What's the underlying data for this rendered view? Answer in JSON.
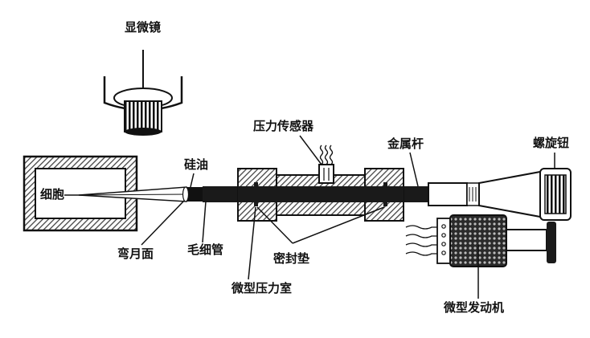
{
  "colors": {
    "ink": "#111111",
    "paper": "#ffffff",
    "hatch": "#444444",
    "rod": "#1a1a1a"
  },
  "labels": {
    "microscope": "显微镜",
    "cell": "细胞",
    "silicone_oil": "硅油",
    "meniscus": "弯月面",
    "capillary": "毛细管",
    "pressure_sensor": "压力传感器",
    "micro_pressure_chamber": "微型压力室",
    "seal_gasket": "密封垫",
    "metal_rod": "金属杆",
    "knob": "螺旋钮",
    "micro_motor": "微型发动机"
  }
}
